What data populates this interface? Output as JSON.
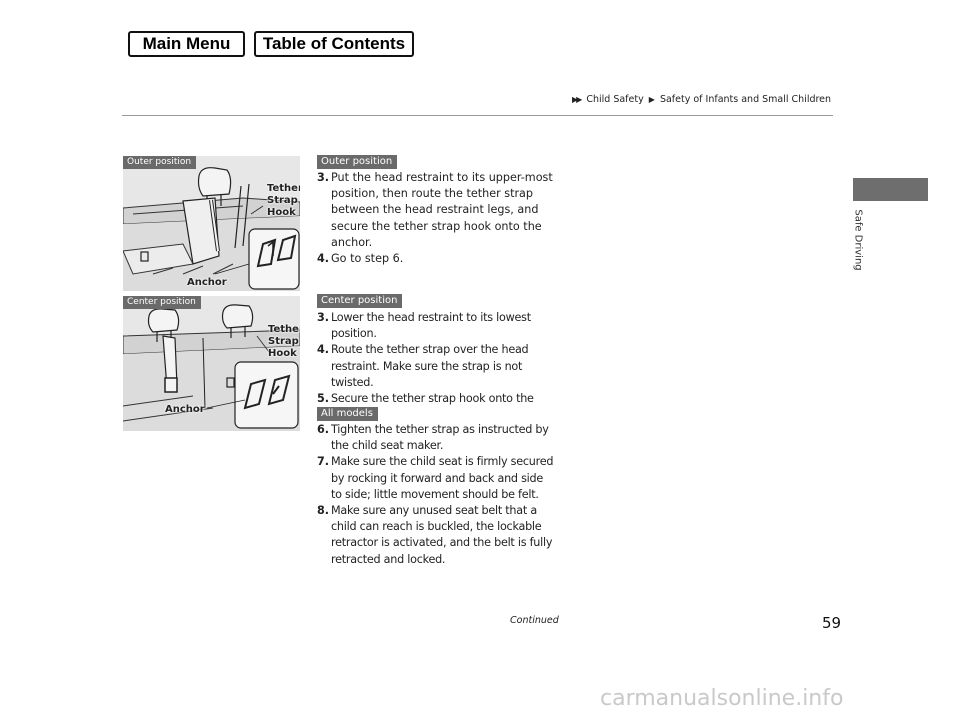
{
  "nav": {
    "main_menu": "Main Menu",
    "table_of_contents": "Table of Contents"
  },
  "breadcrumb": {
    "level1": "Child Safety",
    "level2": "Safety of Infants and Small Children"
  },
  "side_tab": {
    "label": "Safe Driving"
  },
  "figures": {
    "outer": {
      "tag": "Outer position",
      "tether_label_1": "Tether",
      "tether_label_2": "Strap",
      "tether_label_3": "Hook",
      "anchor_label": "Anchor"
    },
    "center": {
      "tag": "Center position",
      "tether_label_1": "Tether",
      "tether_label_2": "Strap",
      "tether_label_3": "Hook",
      "anchor_label": "Anchor"
    }
  },
  "sections": {
    "outer": {
      "tag": "Outer position",
      "steps": [
        {
          "num": "3.",
          "text": "Put the head restraint to its upper-most position, then route the tether strap between the head restraint legs, and secure the tether strap hook onto the anchor."
        },
        {
          "num": "4.",
          "text": "Go to step 6."
        }
      ]
    },
    "center": {
      "tag": "Center position",
      "steps": [
        {
          "num": "3.",
          "text": "Lower the head restraint to its lowest position."
        },
        {
          "num": "4.",
          "text": "Route the tether strap over the head restraint. Make sure the strap is not twisted."
        },
        {
          "num": "5.",
          "text": "Secure the tether strap hook onto the anchor."
        }
      ]
    },
    "all": {
      "tag": "All models",
      "steps": [
        {
          "num": "6.",
          "text": "Tighten the tether strap as instructed by the child seat maker."
        },
        {
          "num": "7.",
          "text": "Make sure the child seat is firmly secured by rocking it forward and back and side to side; little movement should be felt."
        },
        {
          "num": "8.",
          "text": "Make sure any unused seat belt that a child can reach is buckled, the lockable retractor is activated, and the belt is fully retracted and locked."
        }
      ]
    }
  },
  "footer": {
    "continued": "Continued",
    "page_number": "59"
  },
  "watermark": "carmanualsonline.info"
}
